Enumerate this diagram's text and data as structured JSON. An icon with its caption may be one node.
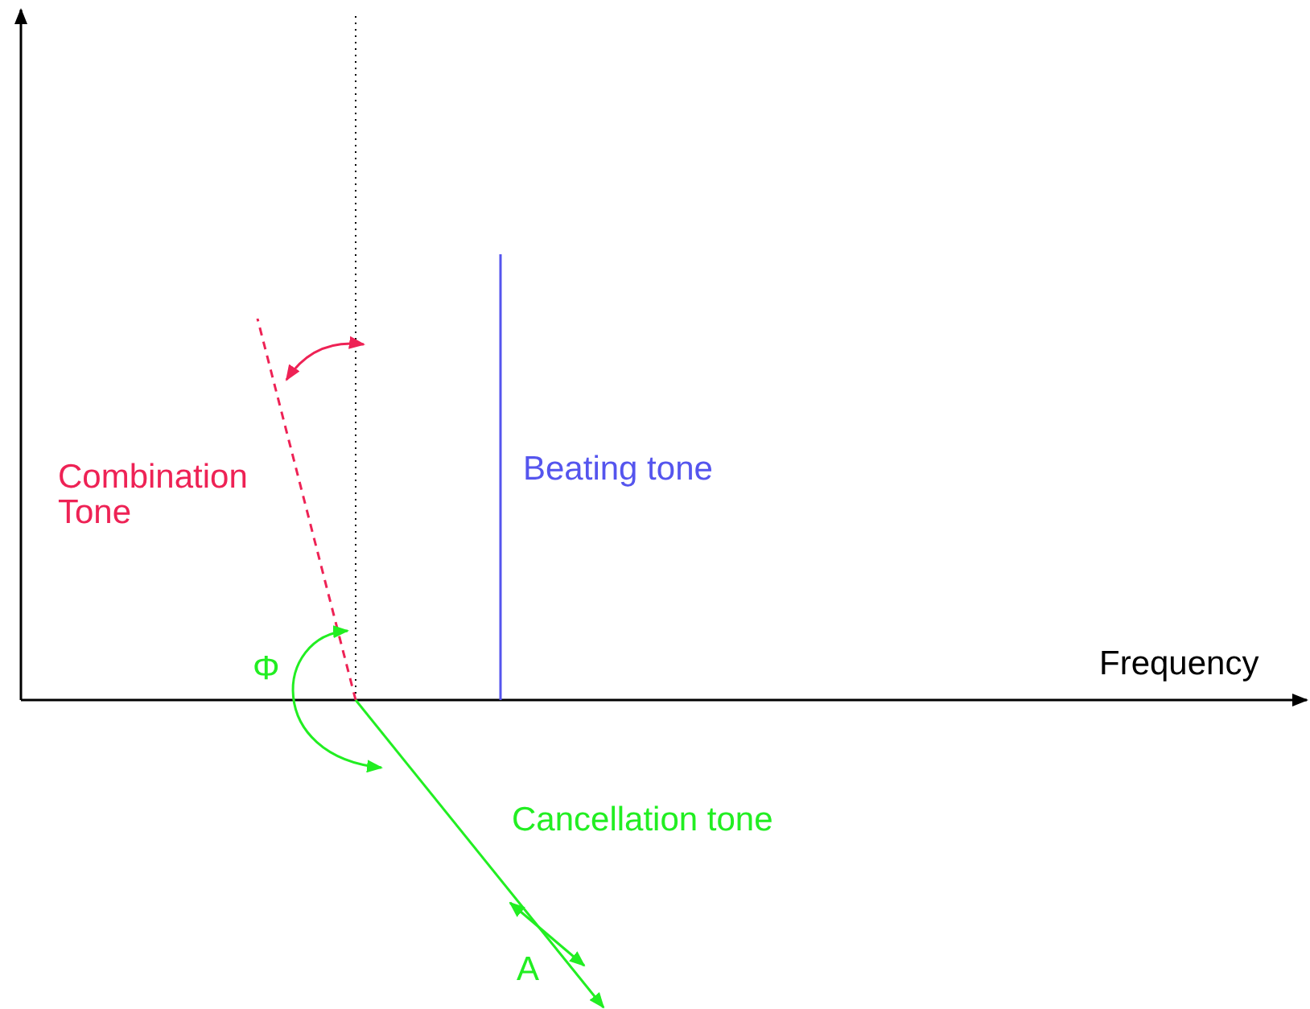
{
  "diagram": {
    "labels": [
      "Combination Tone",
      "Beating tone",
      "Frequency",
      "Φ",
      "Cancellation tone",
      "A"
    ]
  }
}
